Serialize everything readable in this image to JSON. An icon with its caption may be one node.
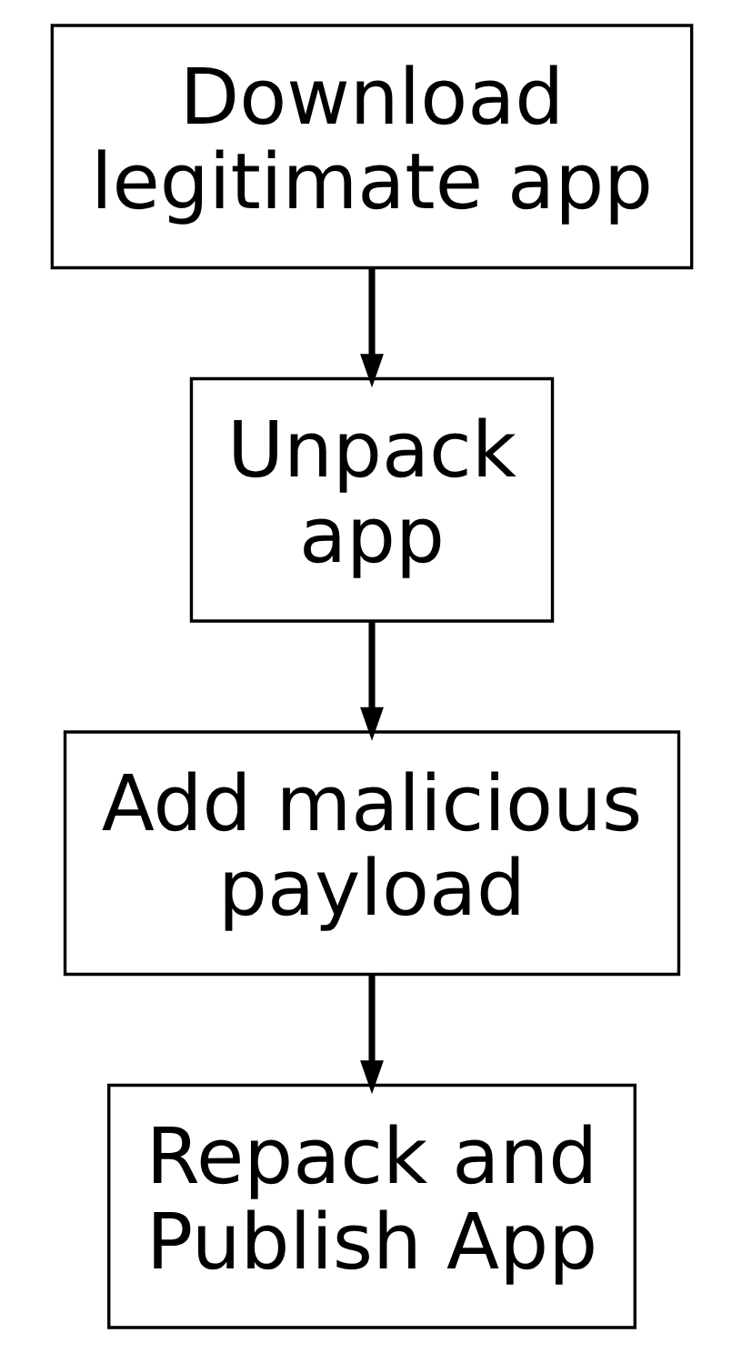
{
  "diagram": {
    "nodes": [
      {
        "text": [
          "Download legitimate app"
        ]
      },
      {
        "text": [
          "Unpack app"
        ]
      },
      {
        "text": [
          "Add malicious payload"
        ]
      },
      {
        "text": [
          "Repack and Publish App"
        ]
      }
    ],
    "edges": [
      {
        "from": 0,
        "to": 1,
        "arrow": "to"
      },
      {
        "from": 1,
        "to": 2,
        "arrow": "to"
      },
      {
        "from": 2,
        "to": 3,
        "arrow": "to"
      }
    ]
  }
}
